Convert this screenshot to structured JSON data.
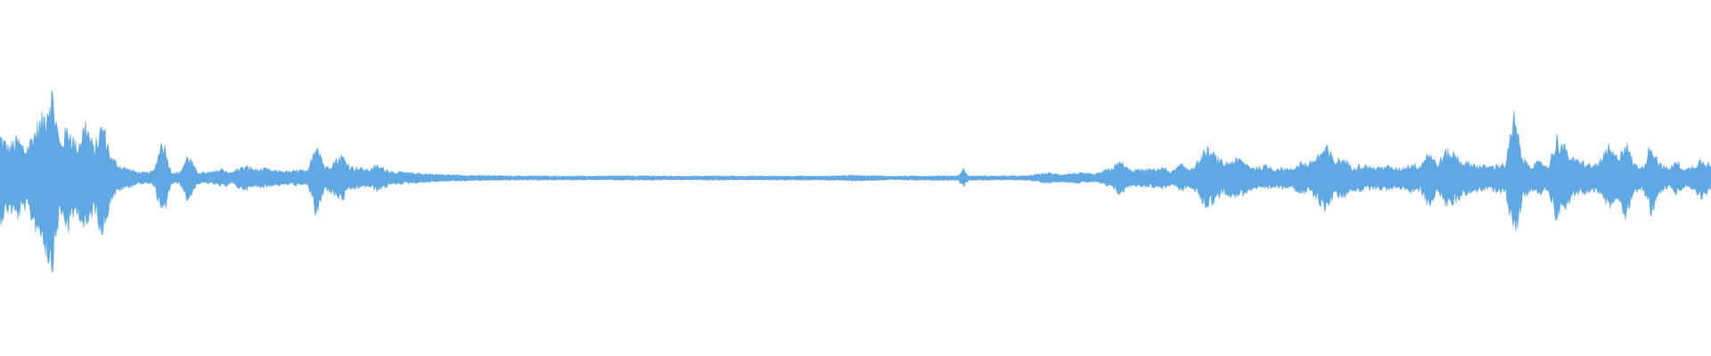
{
  "waveform": {
    "color": "#5fa8e3",
    "background": "#ffffff",
    "envelope": [
      [
        0.0,
        0.42
      ],
      [
        0.005,
        0.3
      ],
      [
        0.01,
        0.38
      ],
      [
        0.015,
        0.28
      ],
      [
        0.02,
        0.45
      ],
      [
        0.025,
        0.58
      ],
      [
        0.03,
        0.88
      ],
      [
        0.035,
        0.34
      ],
      [
        0.04,
        0.5
      ],
      [
        0.045,
        0.3
      ],
      [
        0.05,
        0.55
      ],
      [
        0.055,
        0.28
      ],
      [
        0.06,
        0.54
      ],
      [
        0.065,
        0.2
      ],
      [
        0.07,
        0.12
      ],
      [
        0.075,
        0.09
      ],
      [
        0.08,
        0.06
      ],
      [
        0.085,
        0.05
      ],
      [
        0.09,
        0.07
      ],
      [
        0.095,
        0.4
      ],
      [
        0.1,
        0.06
      ],
      [
        0.105,
        0.05
      ],
      [
        0.11,
        0.23
      ],
      [
        0.115,
        0.06
      ],
      [
        0.12,
        0.05
      ],
      [
        0.125,
        0.06
      ],
      [
        0.13,
        0.09
      ],
      [
        0.135,
        0.05
      ],
      [
        0.14,
        0.1
      ],
      [
        0.145,
        0.11
      ],
      [
        0.15,
        0.08
      ],
      [
        0.155,
        0.09
      ],
      [
        0.16,
        0.07
      ],
      [
        0.165,
        0.07
      ],
      [
        0.17,
        0.06
      ],
      [
        0.175,
        0.08
      ],
      [
        0.18,
        0.06
      ],
      [
        0.185,
        0.38
      ],
      [
        0.19,
        0.1
      ],
      [
        0.195,
        0.16
      ],
      [
        0.2,
        0.22
      ],
      [
        0.205,
        0.11
      ],
      [
        0.21,
        0.1
      ],
      [
        0.215,
        0.08
      ],
      [
        0.22,
        0.12
      ],
      [
        0.225,
        0.09
      ],
      [
        0.23,
        0.06
      ],
      [
        0.24,
        0.05
      ],
      [
        0.25,
        0.04
      ],
      [
        0.26,
        0.032
      ],
      [
        0.27,
        0.028
      ],
      [
        0.28,
        0.024
      ],
      [
        0.3,
        0.02
      ],
      [
        0.32,
        0.02
      ],
      [
        0.34,
        0.018
      ],
      [
        0.36,
        0.02
      ],
      [
        0.38,
        0.02
      ],
      [
        0.4,
        0.018
      ],
      [
        0.42,
        0.02
      ],
      [
        0.44,
        0.018
      ],
      [
        0.46,
        0.02
      ],
      [
        0.48,
        0.018
      ],
      [
        0.5,
        0.028
      ],
      [
        0.52,
        0.018
      ],
      [
        0.54,
        0.02
      ],
      [
        0.56,
        0.022
      ],
      [
        0.563,
        0.09
      ],
      [
        0.566,
        0.02
      ],
      [
        0.58,
        0.02
      ],
      [
        0.6,
        0.02
      ],
      [
        0.612,
        0.05
      ],
      [
        0.62,
        0.035
      ],
      [
        0.63,
        0.05
      ],
      [
        0.64,
        0.035
      ],
      [
        0.65,
        0.1
      ],
      [
        0.655,
        0.16
      ],
      [
        0.66,
        0.08
      ],
      [
        0.67,
        0.08
      ],
      [
        0.68,
        0.1
      ],
      [
        0.685,
        0.06
      ],
      [
        0.69,
        0.13
      ],
      [
        0.695,
        0.09
      ],
      [
        0.7,
        0.15
      ],
      [
        0.705,
        0.28
      ],
      [
        0.71,
        0.22
      ],
      [
        0.715,
        0.14
      ],
      [
        0.72,
        0.17
      ],
      [
        0.725,
        0.18
      ],
      [
        0.73,
        0.12
      ],
      [
        0.735,
        0.1
      ],
      [
        0.74,
        0.12
      ],
      [
        0.745,
        0.09
      ],
      [
        0.75,
        0.1
      ],
      [
        0.755,
        0.08
      ],
      [
        0.76,
        0.16
      ],
      [
        0.765,
        0.13
      ],
      [
        0.77,
        0.22
      ],
      [
        0.775,
        0.3
      ],
      [
        0.78,
        0.17
      ],
      [
        0.785,
        0.19
      ],
      [
        0.79,
        0.11
      ],
      [
        0.795,
        0.13
      ],
      [
        0.8,
        0.11
      ],
      [
        0.805,
        0.1
      ],
      [
        0.81,
        0.12
      ],
      [
        0.815,
        0.09
      ],
      [
        0.82,
        0.1
      ],
      [
        0.825,
        0.14
      ],
      [
        0.83,
        0.12
      ],
      [
        0.835,
        0.27
      ],
      [
        0.84,
        0.13
      ],
      [
        0.845,
        0.26
      ],
      [
        0.85,
        0.24
      ],
      [
        0.855,
        0.16
      ],
      [
        0.86,
        0.14
      ],
      [
        0.865,
        0.12
      ],
      [
        0.87,
        0.11
      ],
      [
        0.875,
        0.13
      ],
      [
        0.88,
        0.14
      ],
      [
        0.885,
        0.6
      ],
      [
        0.89,
        0.18
      ],
      [
        0.895,
        0.13
      ],
      [
        0.9,
        0.15
      ],
      [
        0.905,
        0.12
      ],
      [
        0.91,
        0.4
      ],
      [
        0.915,
        0.28
      ],
      [
        0.92,
        0.17
      ],
      [
        0.925,
        0.16
      ],
      [
        0.93,
        0.12
      ],
      [
        0.935,
        0.15
      ],
      [
        0.94,
        0.3
      ],
      [
        0.945,
        0.2
      ],
      [
        0.95,
        0.36
      ],
      [
        0.955,
        0.14
      ],
      [
        0.96,
        0.1
      ],
      [
        0.965,
        0.34
      ],
      [
        0.97,
        0.14
      ],
      [
        0.975,
        0.09
      ],
      [
        0.98,
        0.16
      ],
      [
        0.985,
        0.08
      ],
      [
        0.99,
        0.12
      ],
      [
        0.995,
        0.2
      ],
      [
        1.0,
        0.12
      ]
    ]
  }
}
